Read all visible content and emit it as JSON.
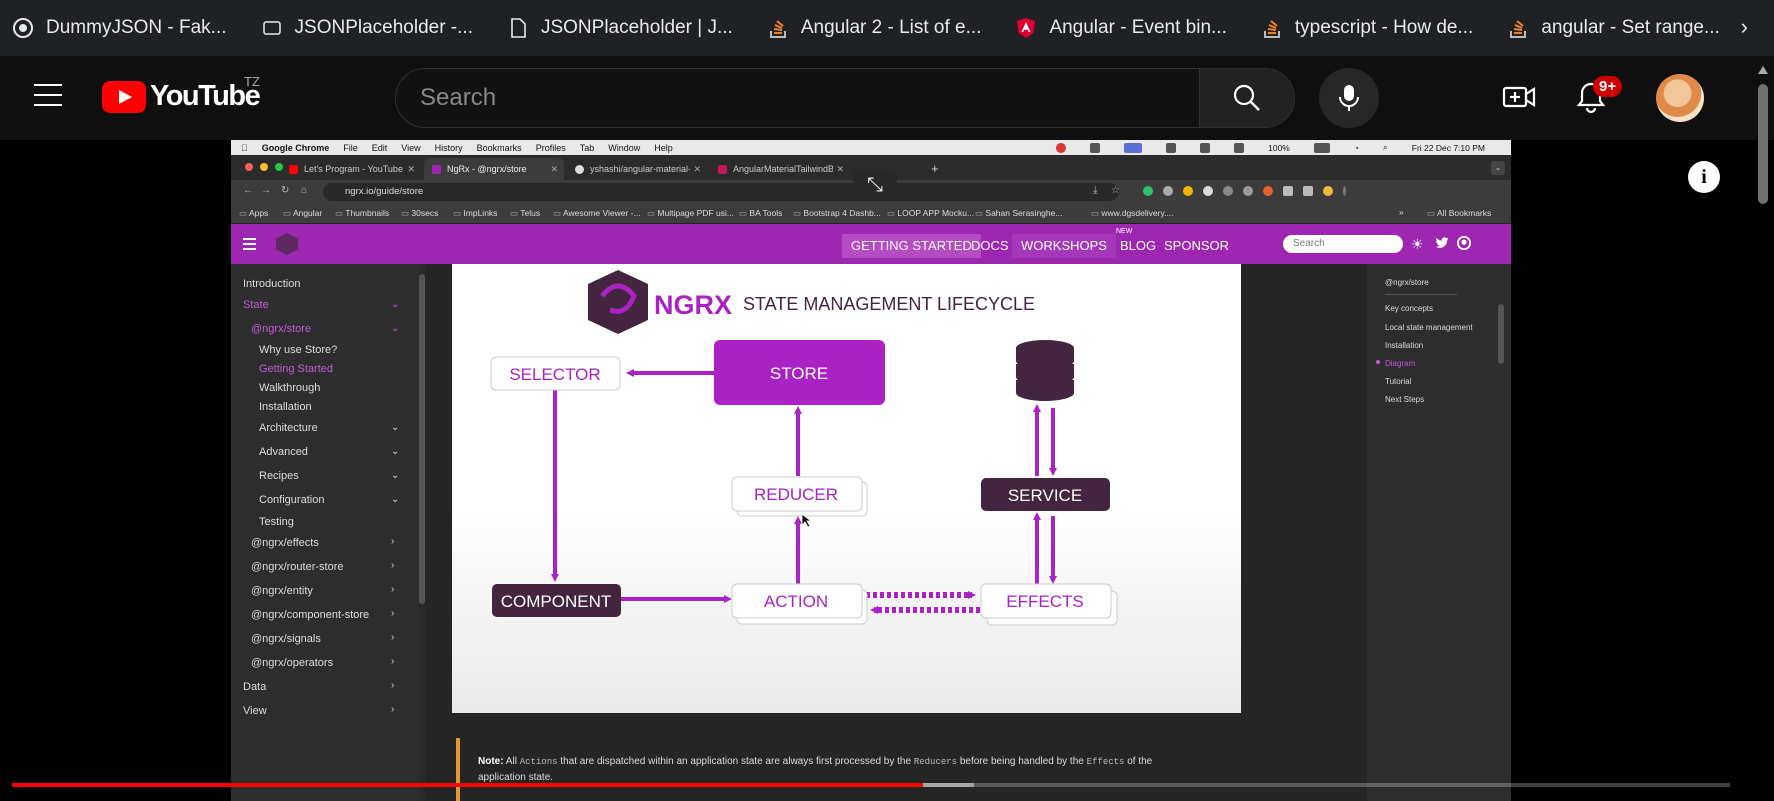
{
  "outer_bookmarks": [
    {
      "label": "DummyJSON - Fak...",
      "icon": "dummyjson-icon"
    },
    {
      "label": "JSONPlaceholder -...",
      "icon": "jsonplaceholder-icon"
    },
    {
      "label": "JSONPlaceholder | J...",
      "icon": "document-icon"
    },
    {
      "label": "Angular 2 - List of e...",
      "icon": "stackoverflow-icon"
    },
    {
      "label": "Angular - Event bin...",
      "icon": "angular-icon"
    },
    {
      "label": "typescript - How de...",
      "icon": "stackoverflow-icon"
    },
    {
      "label": "angular - Set range...",
      "icon": "stackoverflow-icon"
    }
  ],
  "youtube": {
    "logo_text": "YouTube",
    "region": "TZ",
    "search_placeholder": "Search",
    "notification_count": "9+",
    "progress_fraction": 0.53,
    "loaded_fraction": 0.56
  },
  "mac": {
    "menubar": [
      "Google Chrome",
      "File",
      "Edit",
      "View",
      "History",
      "Bookmarks",
      "Profiles",
      "Tab",
      "Window",
      "Help"
    ],
    "battery": "100%",
    "datetime": "Fri 22 Dec  7:10 PM"
  },
  "chrome": {
    "tabs": [
      {
        "label": "Let's Program - YouTube",
        "active": false,
        "color": "#ff0000"
      },
      {
        "label": "NgRx - @ngrx/store",
        "active": true,
        "color": "#9d27b0"
      },
      {
        "label": "yshashi/angular-material-tail...",
        "active": false,
        "color": "#dddddd"
      },
      {
        "label": "AngularMaterialTailwindBoiler...",
        "active": false,
        "color": "#c2185b"
      }
    ],
    "url": "ngrx.io/guide/store",
    "bookmarks": [
      "Apps",
      "Angular",
      "Thumbnails",
      "30secs",
      "ImpLinks",
      "Telus",
      "Awesome Viewer -...",
      "Multipage PDF usi...",
      "BA Tools",
      "Bootstrap 4 Dashb...",
      "LOOP APP Mocku...",
      "Sahan Serasinghe...",
      "www.dgsdelivery....",
      "»",
      "All Bookmarks"
    ]
  },
  "ngrx": {
    "nav": [
      "GETTING STARTED",
      "DOCS",
      "WORKSHOPS",
      "BLOG",
      "SPONSOR"
    ],
    "new_badge": "NEW",
    "search_placeholder": "Search",
    "sidebar": {
      "introduction": "Introduction",
      "state": "State",
      "store": "@ngrx/store",
      "why": "Why use Store?",
      "getting_started": "Getting Started",
      "walkthrough": "Walkthrough",
      "installation": "Installation",
      "architecture": "Architecture",
      "advanced": "Advanced",
      "recipes": "Recipes",
      "configuration": "Configuration",
      "testing": "Testing",
      "effects": "@ngrx/effects",
      "router_store": "@ngrx/router-store",
      "entity": "@ngrx/entity",
      "component_store": "@ngrx/component-store",
      "signals": "@ngrx/signals",
      "operators": "@ngrx/operators",
      "data": "Data",
      "view": "View"
    },
    "toc": [
      "@ngrx/store",
      "Key concepts",
      "Local state management",
      "Installation",
      "Diagram",
      "Tutorial",
      "Next Steps"
    ],
    "diagram": {
      "brand": "NGRX",
      "subtitle": "STATE MANAGEMENT LIFECYCLE",
      "selector": "SELECTOR",
      "store": "STORE",
      "reducer": "REDUCER",
      "service": "SERVICE",
      "component": "COMPONENT",
      "action": "ACTION",
      "effects": "EFFECTS"
    },
    "note": {
      "label": "Note:",
      "t1": "All",
      "c1": "Actions",
      "t2": "that are dispatched within an application state are always first processed by the",
      "c2": "Reducers",
      "t3": "before being handled by the",
      "c3": "Effects",
      "t4": "of the",
      "t5": "application state."
    }
  },
  "colors": {
    "ngrx_purple": "#9d27b0",
    "diagram_purple": "#aa22c4",
    "diagram_dark": "#44253f",
    "yt_red": "#ff0000"
  }
}
